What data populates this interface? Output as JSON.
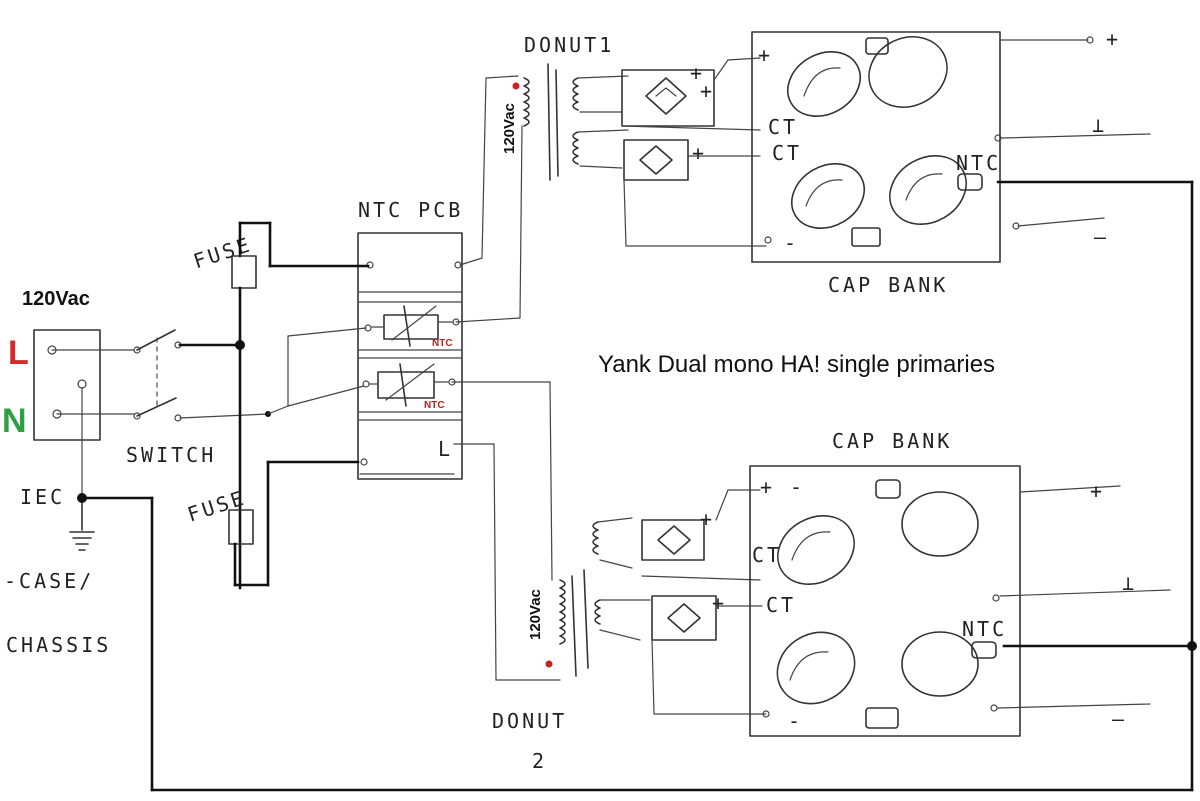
{
  "title": "Yank Dual mono HA! single primaries",
  "mains": {
    "voltage": "120Vac",
    "line": "L",
    "neutral": "N",
    "line_color": "#d42a2a",
    "neutral_color": "#2ea043"
  },
  "labels": {
    "switch": "SWITCH",
    "fuse_top": "FUSE",
    "fuse_bottom": "FUSE",
    "iec": "IEC",
    "case_line1": "-CASE/",
    "case_line2": "CHASSIS",
    "ntc_pcb": "NTC PCB",
    "ntc_1": "NTC",
    "ntc_2": "NTC",
    "ntc_pcb_l": "L",
    "donut_top": "DONUT1",
    "donut_bottom_line1": "DONUT",
    "donut_bottom_line2": "2",
    "primary_top": "120Vac",
    "primary_bottom": "120Vac",
    "capbank_top": "CAP BANK",
    "capbank_bottom": "CAP BANK",
    "ct": "CT",
    "ntc_cap": "NTC",
    "plus": "+",
    "minus": "-",
    "rail_plus": "+",
    "rail_ground": "⊥",
    "rail_minus": "—"
  },
  "colors": {
    "ntc_text": "#b3261e",
    "phase_dot": "#cc1f1f"
  }
}
